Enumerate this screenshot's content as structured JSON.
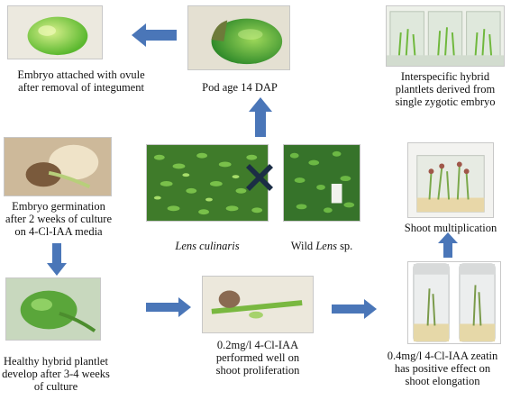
{
  "colors": {
    "arrow": "#4a76b8",
    "cross": "#1b2d45",
    "leaf": "#5fae3a",
    "pod": "#46a83a"
  },
  "captions": {
    "embryo_attached": "Embryo attached with ovule\nafter removal of integument",
    "pod_age": "Pod age 14 DAP",
    "hybrid_plantlets": "Interspecific hybrid\nplantlets derived from\nsingle zygotic embryo",
    "lens_culinaris": "Lens culinaris",
    "wild_prefix": "Wild ",
    "wild_species": "Lens",
    "wild_suffix": " sp.",
    "germination": "Embryo germination\nafter 2 weeks of culture\non 4-Cl-IAA media",
    "shoot_multiplication": "Shoot multiplication",
    "healthy_plantlet": "Healthy hybrid plantlet\ndevelop after 3-4 weeks\nof culture",
    "proliferation": "0.2mg/l 4-Cl-IAA\nperformed well on\nshoot proliferation",
    "elongation": "0.4mg/l 4-Cl-IAA zeatin\nhas positive effect on\nshoot elongation"
  },
  "icons": {
    "cross": "cross-icon",
    "arrow": "arrow-icon"
  }
}
